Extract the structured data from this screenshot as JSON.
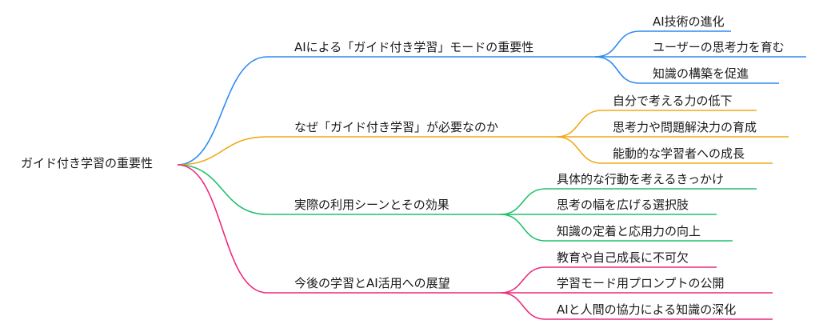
{
  "root": {
    "label": "ガイド付き学習の重要性"
  },
  "branches": [
    {
      "label": "AIによる「ガイド付き学習」モードの重要性",
      "color": "#2e8bf0",
      "children": [
        {
          "label": "AI技術の進化"
        },
        {
          "label": "ユーザーの思考力を育む"
        },
        {
          "label": "知識の構築を促進"
        }
      ]
    },
    {
      "label": "なぜ「ガイド付き学習」が必要なのか",
      "color": "#f0a818",
      "children": [
        {
          "label": "自分で考える力の低下"
        },
        {
          "label": "思考力や問題解決力の育成"
        },
        {
          "label": "能動的な学習者への成長"
        }
      ]
    },
    {
      "label": "実際の利用シーンとその効果",
      "color": "#22c06a",
      "children": [
        {
          "label": "具体的な行動を考えるきっかけ"
        },
        {
          "label": "思考の幅を広げる選択肢"
        },
        {
          "label": "知識の定着と応用力の向上"
        }
      ]
    },
    {
      "label": "今後の学習とAI活用への展望",
      "color": "#ec2a7c",
      "children": [
        {
          "label": "教育や自己成長に不可欠"
        },
        {
          "label": "学習モード用プロンプトの公開"
        },
        {
          "label": "AIと人間の協力による知識の深化"
        }
      ]
    }
  ]
}
